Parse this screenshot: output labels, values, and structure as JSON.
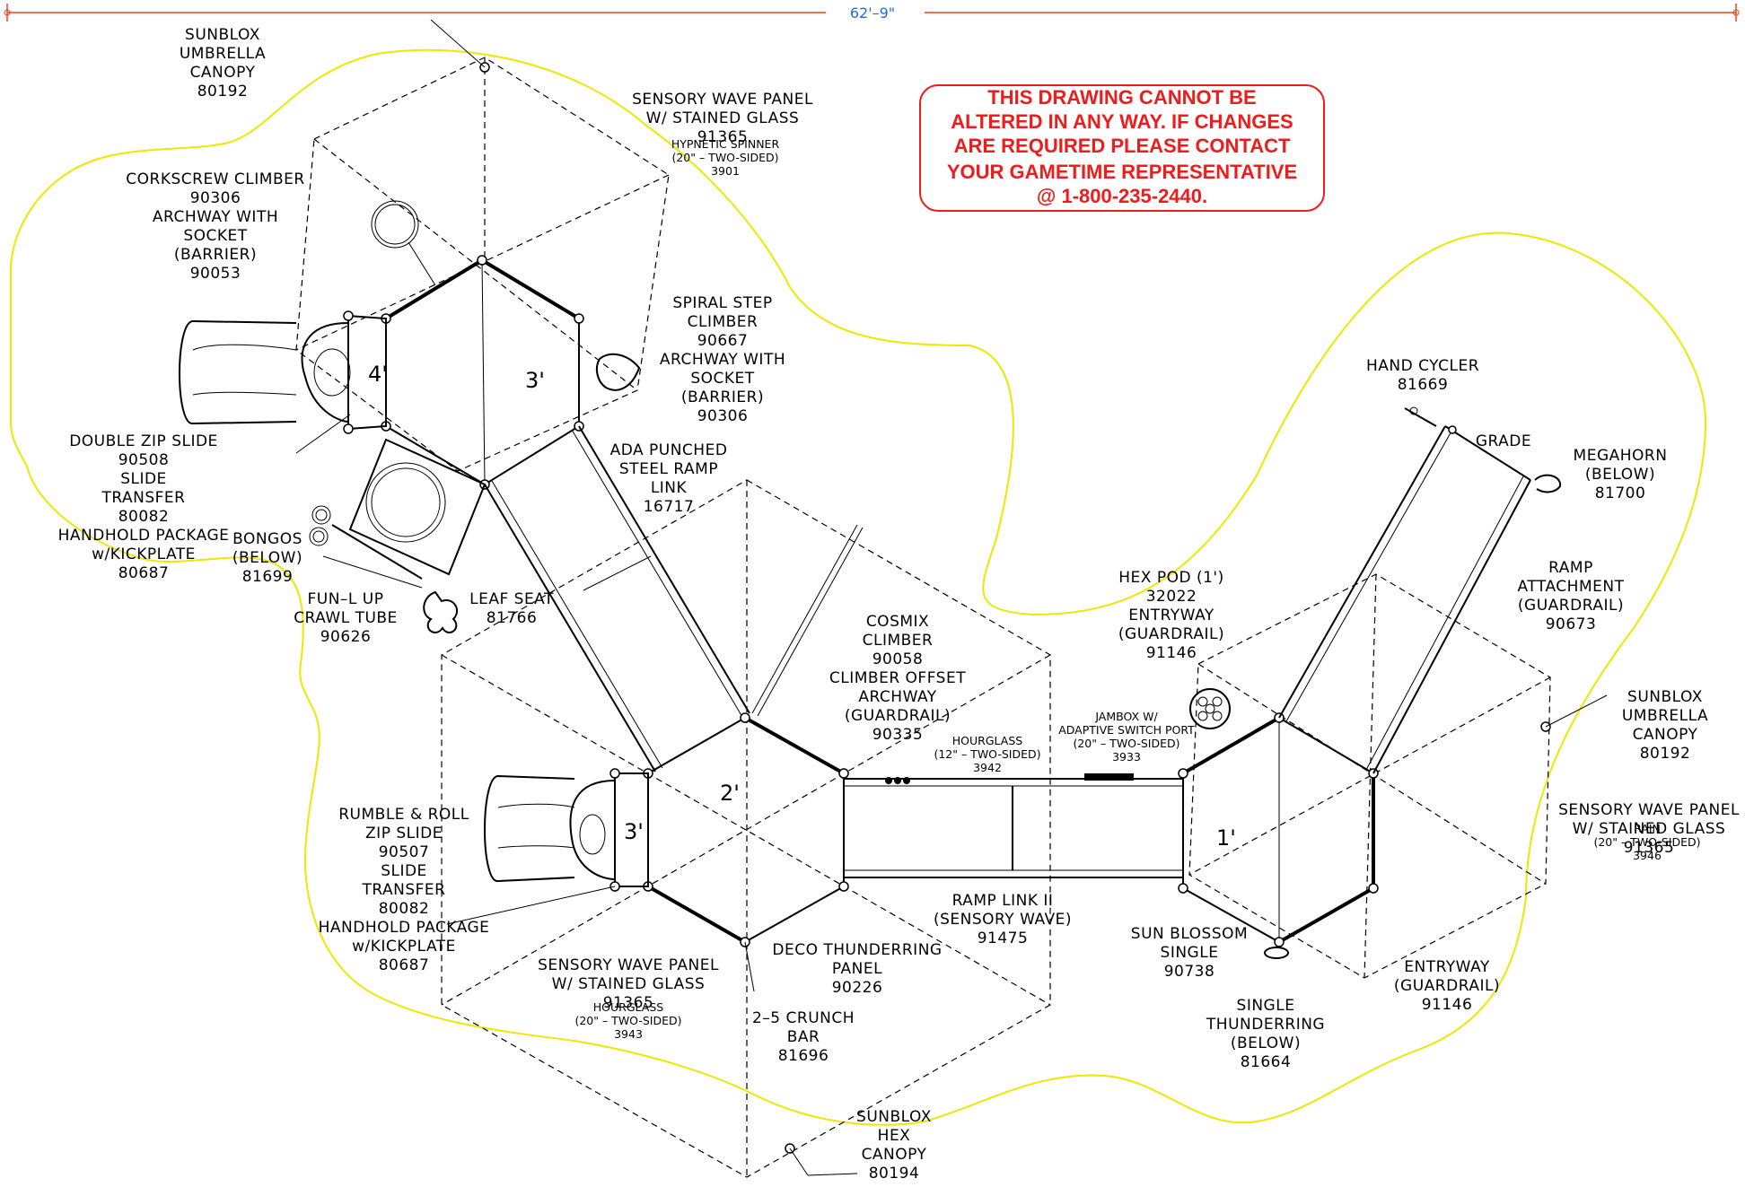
{
  "dimension": "62'–9\"",
  "warning": {
    "lines": [
      "THIS DRAWING CANNOT BE",
      "ALTERED IN ANY WAY. IF CHANGES",
      "ARE REQUIRED PLEASE CONTACT",
      "YOUR GAMETIME REPRESENTATIVE",
      "@ 1-800-235-2440."
    ],
    "color": "#ee1c1c"
  },
  "deck_heights": {
    "deck_4": "4'",
    "deck_3_top": "3'",
    "deck_2": "2'",
    "deck_3_slide": "3'",
    "deck_1": "1'"
  },
  "labels": {
    "sunblox_umbrella_1": [
      "SUNBLOX",
      "UMBRELLA",
      "CANOPY",
      "80192"
    ],
    "sensory_wave_top": [
      "SENSORY WAVE PANEL",
      "W/ STAINED GLASS",
      "91365"
    ],
    "hypnetic": [
      "HYPNETIC SPINNER",
      "(20\" – TWO-SIDED)",
      "3901"
    ],
    "corkscrew": [
      "CORKSCREW CLIMBER",
      "90306",
      "ARCHWAY WITH",
      "SOCKET",
      "(BARRIER)",
      "90053"
    ],
    "spiral_step": [
      "SPIRAL STEP",
      "CLIMBER",
      "90667",
      "ARCHWAY WITH",
      "SOCKET",
      "(BARRIER)",
      "90306"
    ],
    "double_zip": [
      "DOUBLE ZIP SLIDE",
      "90508",
      "SLIDE",
      "TRANSFER",
      "80082",
      "HANDHOLD PACKAGE",
      "w/KICKPLATE",
      "80687"
    ],
    "ada_ramp": [
      "ADA PUNCHED",
      "STEEL RAMP",
      "LINK",
      "16717"
    ],
    "bongos": [
      "BONGOS",
      "(BELOW)",
      "81699"
    ],
    "fun_l_up": [
      "FUN–L UP",
      "CRAWL TUBE",
      "90626"
    ],
    "leaf_seat": [
      "LEAF SEAT",
      "81766"
    ],
    "cosmix": [
      "COSMIX",
      "CLIMBER",
      "90058",
      "CLIMBER OFFSET",
      "ARCHWAY",
      "(GUARDRAIL)",
      "90335"
    ],
    "hourglass_12": [
      "HOURGLASS",
      "(12\" – TWO-SIDED)",
      "3942"
    ],
    "jambox": [
      "JAMBOX W/",
      "ADAPTIVE SWITCH PORT",
      "(20\" – TWO-SIDED)",
      "3933"
    ],
    "hand_cycler": [
      "HAND CYCLER",
      "81669"
    ],
    "grade": [
      "GRADE"
    ],
    "megahorn": [
      "MEGAHORN",
      "(BELOW)",
      "81700"
    ],
    "hex_pod": [
      "HEX POD (1')",
      "32022",
      "ENTRYWAY",
      "(GUARDRAIL)",
      "91146"
    ],
    "ramp_attachment": [
      "RAMP",
      "ATTACHMENT",
      "(GUARDRAIL)",
      "90673"
    ],
    "sunblox_umbrella_2": [
      "SUNBLOX",
      "UMBRELLA",
      "CANOPY",
      "80192"
    ],
    "sensory_wave_right": [
      "SENSORY WAVE PANEL",
      "W/ STAINED GLASS",
      "91365"
    ],
    "rain": [
      "RAIN",
      "(20\" – TWO-SIDED)",
      "3946"
    ],
    "rumble_roll": [
      "RUMBLE & ROLL",
      "ZIP SLIDE",
      "90507",
      "SLIDE",
      "TRANSFER",
      "80082",
      "HANDHOLD PACKAGE",
      "w/KICKPLATE",
      "80687"
    ],
    "sensory_wave_bottom": [
      "SENSORY WAVE PANEL",
      "W/ STAINED GLASS",
      "91365"
    ],
    "hourglass_20": [
      "HOURGLASS",
      "(20\" – TWO-SIDED)",
      "3943"
    ],
    "deco_thunderring": [
      "DECO THUNDERRING",
      "PANEL",
      "90226"
    ],
    "crunch_bar": [
      "2–5 CRUNCH",
      "BAR",
      "81696"
    ],
    "ramp_link_ii": [
      "RAMP LINK II",
      "(SENSORY WAVE)",
      "91475"
    ],
    "sun_blossom": [
      "SUN BLOSSOM",
      "SINGLE",
      "90738"
    ],
    "entryway": [
      "ENTRYWAY",
      "(GUARDRAIL)",
      "91146"
    ],
    "single_thunderring": [
      "SINGLE",
      "THUNDERRING",
      "(BELOW)",
      "81664"
    ],
    "sunblox_hex": [
      "SUNBLOX",
      "HEX",
      "CANOPY",
      "80194"
    ]
  },
  "colors": {
    "boundary": "#f2e600",
    "dimension_line": "#e8451e",
    "dimension_text": "#1e6fd0"
  }
}
